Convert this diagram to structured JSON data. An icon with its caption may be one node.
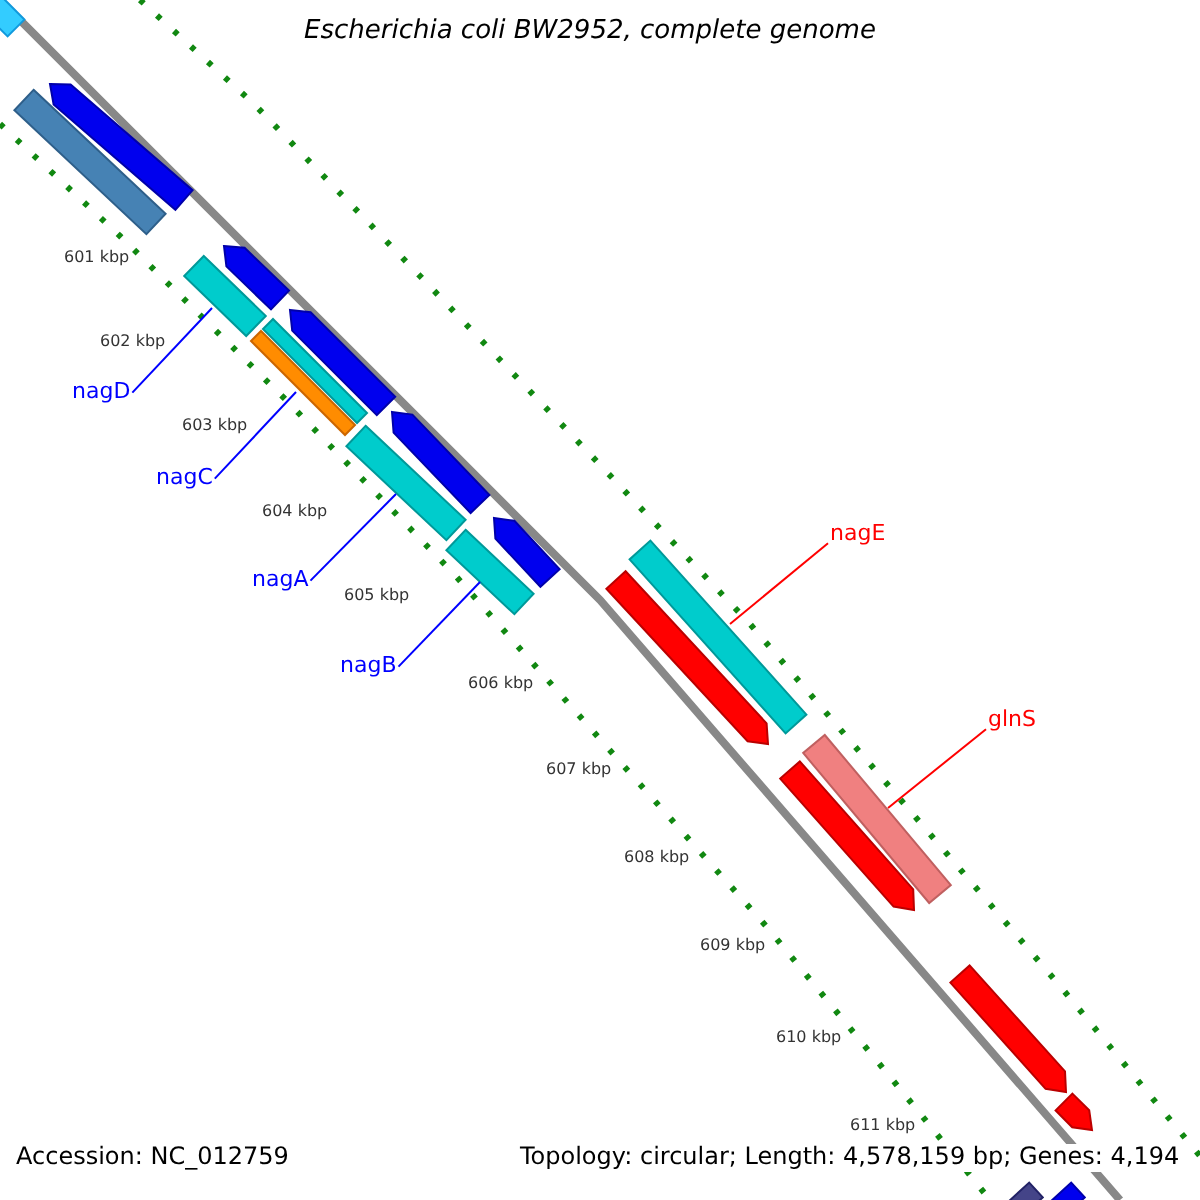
{
  "diagram": {
    "title": "Escherichia coli BW2952, complete genome",
    "nodes": [
      {
        "text": [
          "nagD"
        ]
      },
      {
        "text": [
          "nagC"
        ]
      },
      {
        "text": [
          "nagA"
        ]
      },
      {
        "text": [
          "nagB"
        ]
      },
      {
        "text": [
          "nagE"
        ]
      },
      {
        "text": [
          "glnS"
        ]
      },
      {
        "text": [],
        "shape": "bar"
      },
      {
        "text": [],
        "shape": "bar"
      },
      {
        "text": [],
        "shape": "bar"
      },
      {
        "text": [],
        "shape": "bar"
      },
      {
        "text": [],
        "shape": "bar"
      },
      {
        "text": [],
        "shape": "bar"
      },
      {
        "text": [],
        "shape": "bar"
      },
      {
        "text": [],
        "shape": "bar"
      },
      {
        "text": [],
        "shape": "bar"
      },
      {
        "text": [],
        "shape": "bar"
      },
      {
        "text": [],
        "shape": "bar"
      },
      {
        "text": [],
        "shape": "bar"
      },
      {
        "text": [],
        "shape": "bar"
      },
      {
        "text": [],
        "shape": "bar"
      },
      {
        "text": [],
        "shape": "bar"
      },
      {
        "text": [],
        "shape": "bar"
      },
      {
        "text": [],
        "shape": "bar"
      },
      {
        "text": [],
        "shape": "bar"
      },
      {
        "text": [],
        "shape": "bar"
      }
    ],
    "edges": [
      {
        "from": 0,
        "to": 6,
        "arrow": "none"
      },
      {
        "from": 1,
        "to": 7,
        "arrow": "none"
      },
      {
        "from": 2,
        "to": 8,
        "arrow": "none"
      },
      {
        "from": 3,
        "to": 9,
        "arrow": "none"
      },
      {
        "from": 4,
        "to": 10,
        "arrow": "none",
        "color": "#ff0000"
      },
      {
        "from": 5,
        "to": 11,
        "arrow": "none",
        "color": "#ff0000"
      }
    ],
    "labels": [
      "601 kbp",
      "602 kbp",
      "603 kbp",
      "604 kbp",
      "605 kbp",
      "606 kbp",
      "607 kbp",
      "608 kbp",
      "609 kbp",
      "610 kbp",
      "611 kbp",
      "Accession: NC_012759",
      "Topology: circular; Length: 4,578,159 bp; Genes: 4,194"
    ]
  }
}
